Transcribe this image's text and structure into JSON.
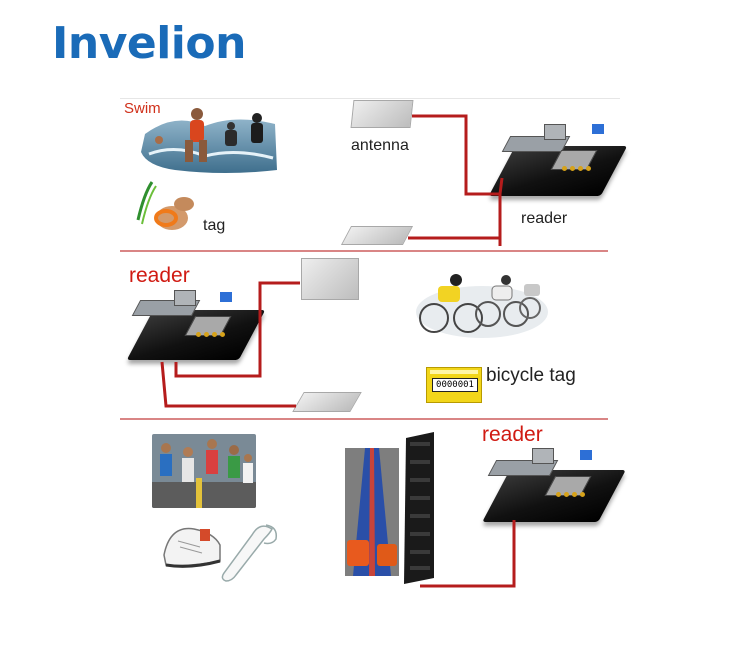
{
  "brand": "Invelion",
  "swim_panel": {
    "label_swim": "Swim",
    "label_antenna": "antenna",
    "label_tag": "tag",
    "label_reader": "reader"
  },
  "bike_panel": {
    "label_reader": "reader",
    "label_bicycle_tag": "bicycle tag",
    "tag_number": "0000001"
  },
  "run_panel": {
    "label_reader": "reader"
  },
  "colors": {
    "brand": "#1a6bb8",
    "cable": "#b51c1c",
    "separator": "#d98585",
    "red_label": "#d01a12"
  },
  "icons": [
    "reader-board-icon",
    "antenna-panel-icon",
    "wristband-tag-icon",
    "shoe-tag-icon",
    "timing-mat-icon"
  ]
}
